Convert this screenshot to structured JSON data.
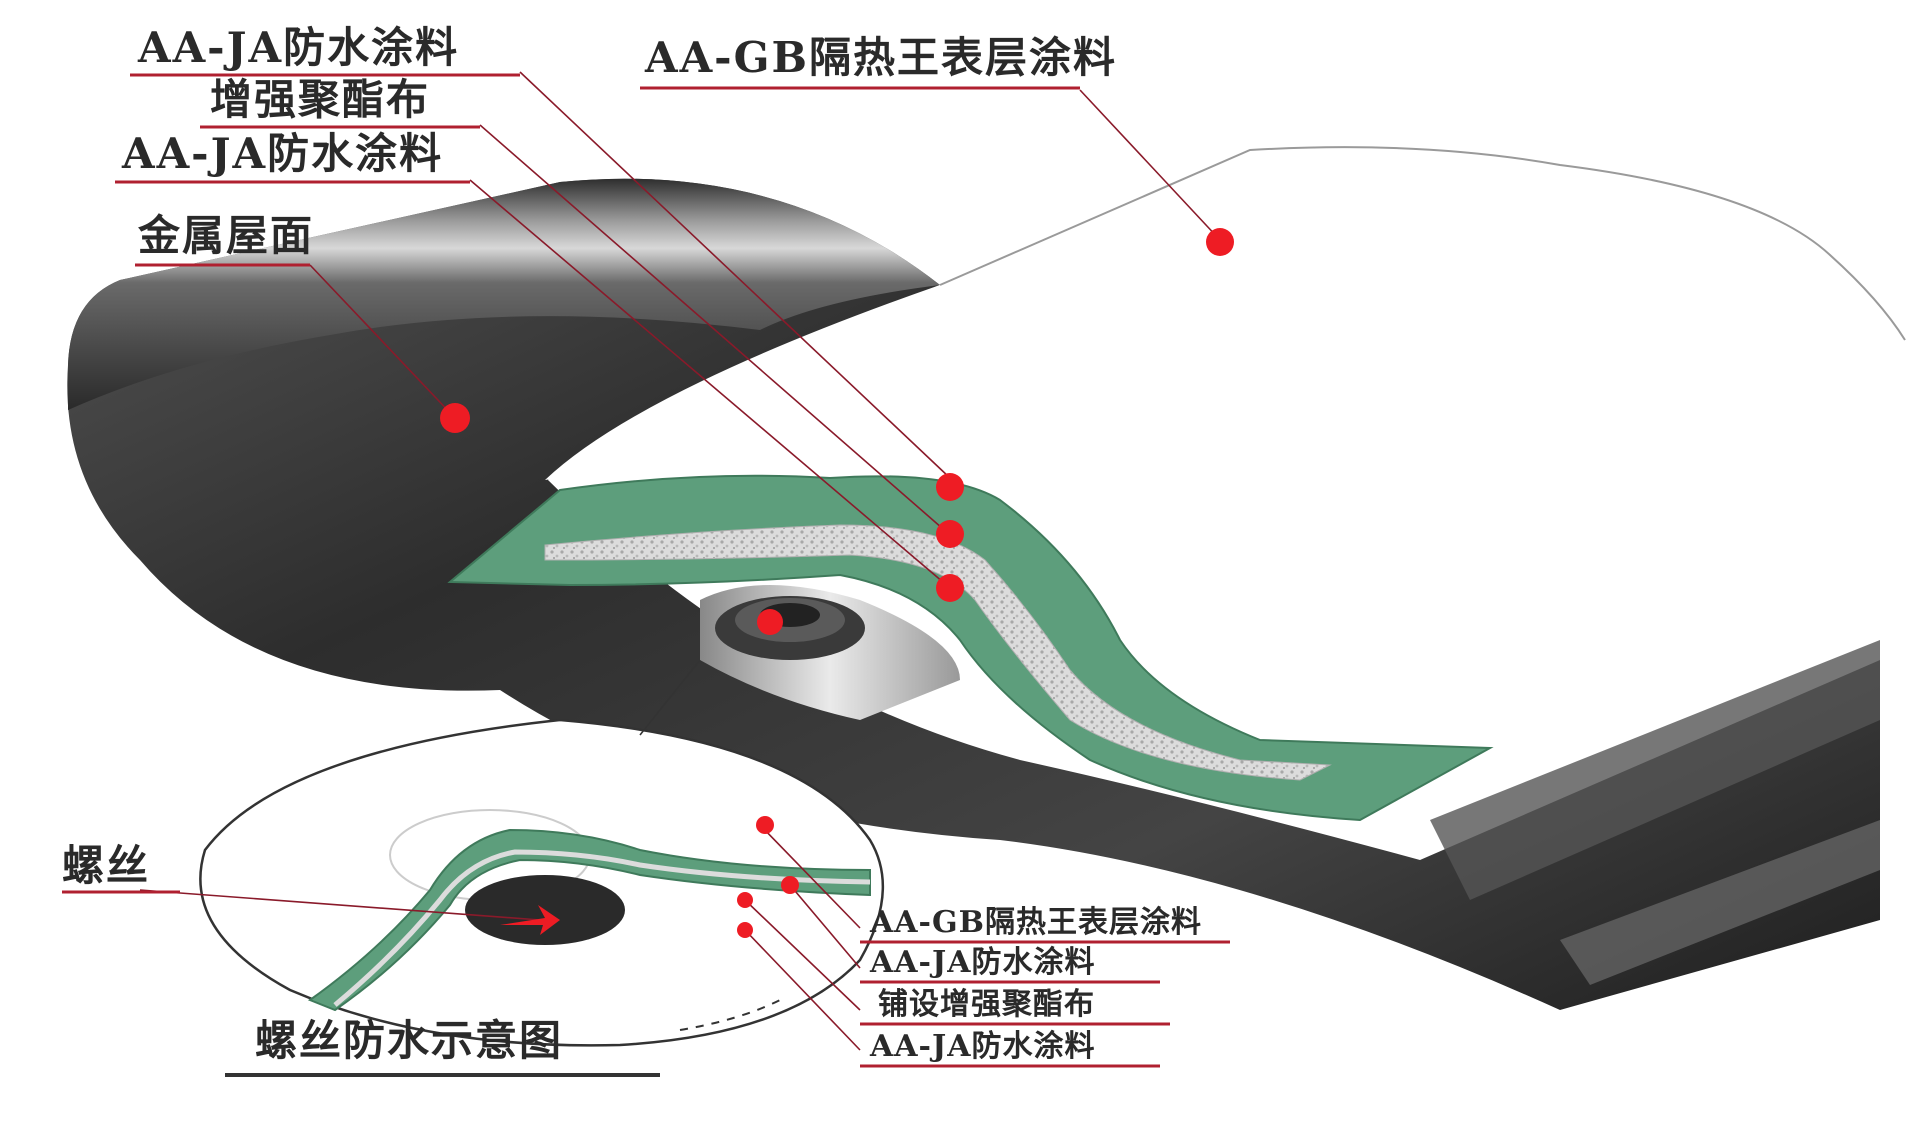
{
  "labels": {
    "ja_top": "AA-JA防水涂料",
    "gb_top": "AA-GB隔热王表层涂料",
    "fabric": "增强聚酯布",
    "ja_second": "AA-JA防水涂料",
    "metal_roof": "金属屋面",
    "screw": "螺丝",
    "inset_gb": "AA-GB隔热王表层涂料",
    "inset_ja_1": "AA-JA防水涂料",
    "inset_fabric": "铺设增强聚酯布",
    "inset_ja_2": "AA-JA防水涂料",
    "inset_caption": "螺丝防水示意图"
  },
  "colors": {
    "coating_green": "#5d9e7c",
    "metal_dark": "#3c3c3c",
    "marker_red": "#ee1c24",
    "leader_red": "#8a1a2a"
  }
}
